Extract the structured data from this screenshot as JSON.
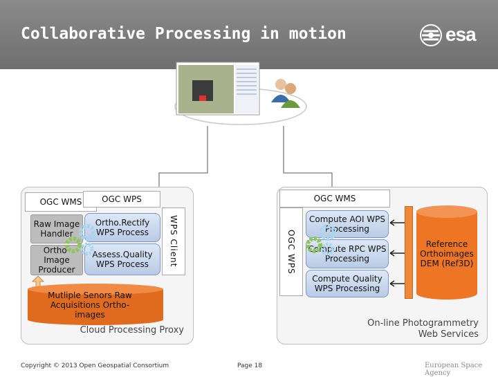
{
  "header": {
    "title": "Collaborative Processing in motion",
    "logo_text": "esa"
  },
  "cloud_proxy": {
    "label_ogc_wms": "OGC WMS",
    "label_ogc_wps": "OGC WPS",
    "raw_image_handler": "Raw Image Handler",
    "ortho_image_producer": "Ortho-Image Producer",
    "ortho_rectify": "Ortho.Rectify WPS Process",
    "assess_quality": "Assess.Quality WPS Process",
    "wps_client": "WPS Client",
    "storage": "Mutliple Senors Raw Acquisitions Ortho-images",
    "caption": "Cloud Processing Proxy"
  },
  "photogrammetry": {
    "label_ogc_wms": "OGC WMS",
    "ogc_wps_vertical": "OGC WPS",
    "compute_aoi": "Compute AOI WPS Processing",
    "compute_rpc": "Compute RPC WPS Processing",
    "compute_quality": "Compute Quality WPS Processing",
    "reference_db": "Reference Orthoimages DEM (Ref3D)",
    "caption": "On-line Photogrammetry Web Services"
  },
  "footer": {
    "copyright": "Copyright © 2013 Open Geospatial Consortium",
    "page": "Page 18",
    "agency": "European Space Agency"
  },
  "colors": {
    "header_bg": "#7b7b7b",
    "arrow_orange": "#f0883a",
    "storage_orange": "#e06a1e",
    "ref_db_orange": "#ee7524",
    "gear_blue": "#a9d5ee",
    "gear_green": "#8cc65a"
  }
}
